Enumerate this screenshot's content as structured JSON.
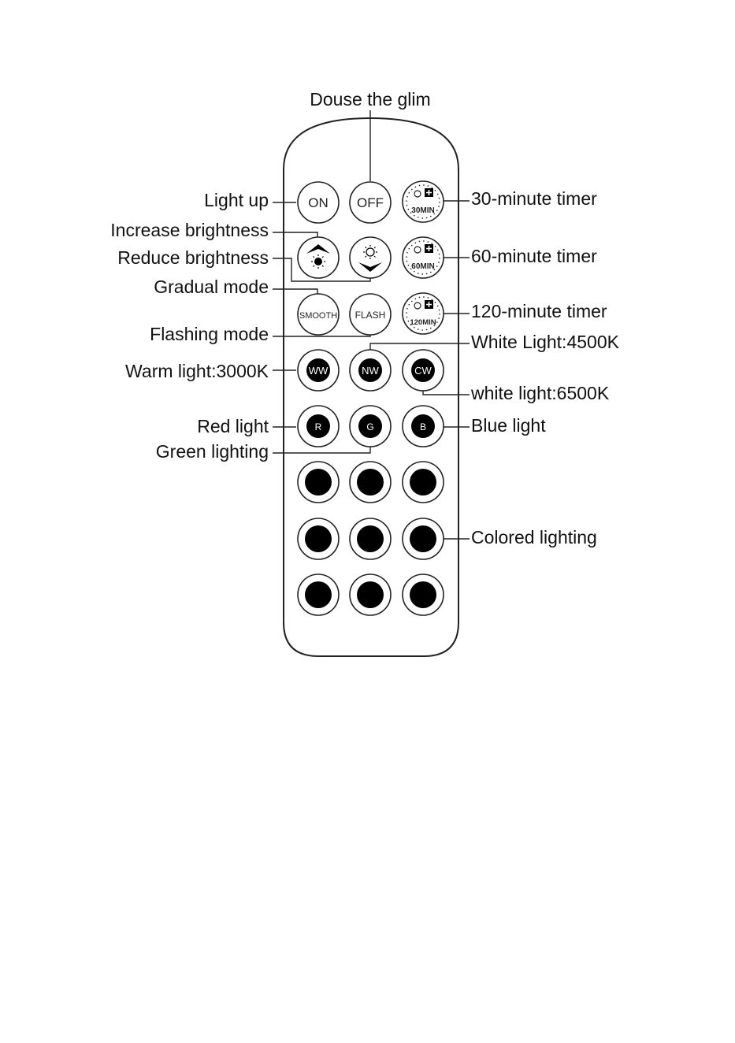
{
  "labels": {
    "douse": "Douse the glim",
    "light_up": "Light up",
    "increase": "Increase brightness",
    "reduce": "Reduce brightness",
    "gradual": "Gradual mode",
    "flashing": "Flashing mode",
    "warm": "Warm light:3000K",
    "red": "Red light",
    "green": "Green lighting",
    "timer30": "30-minute timer",
    "timer60": "60-minute timer",
    "timer120": "120-minute timer",
    "white4500": "White Light:4500K",
    "white6500": "white light:6500K",
    "blue": "Blue light",
    "colored": "Colored lighting"
  },
  "buttons": {
    "on": "ON",
    "off": "OFF",
    "smooth": "SMOOTH",
    "flash": "FLASH",
    "ww": "WW",
    "nw": "NW",
    "cw": "CW",
    "r": "R",
    "g": "G",
    "b": "B",
    "t30": "30MIN",
    "t60": "60MIN",
    "t120": "120MIN"
  },
  "colors": {
    "outline": "#222222",
    "fill": "#000000",
    "background": "#ffffff"
  }
}
